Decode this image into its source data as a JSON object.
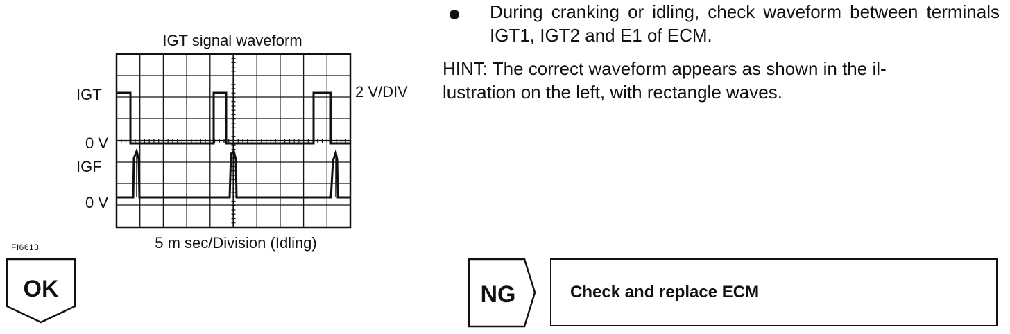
{
  "figure": {
    "title": "IGT signal waveform",
    "igt_label": "IGT",
    "igt_zero_label": "0 V",
    "igf_label": "IGF",
    "igf_zero_label": "0 V",
    "scale_label": "2 V/DIV",
    "time_caption": "5 m sec/Division (Idling)",
    "figure_id": "FI6613"
  },
  "instructions": {
    "bullet": "During cranking or idling, check waveform between terminals IGT1, IGT2 and E1 of ECM.",
    "hint_line1": "HINT:   The correct waveform appears as shown in the il-",
    "hint_line2": "lustration on the left, with rectangle waves."
  },
  "result": {
    "ok_label": "OK",
    "ng_label": "NG",
    "ng_action": "Check and replace ECM"
  },
  "colors": {
    "ink": "#111111",
    "background": "#ffffff"
  }
}
